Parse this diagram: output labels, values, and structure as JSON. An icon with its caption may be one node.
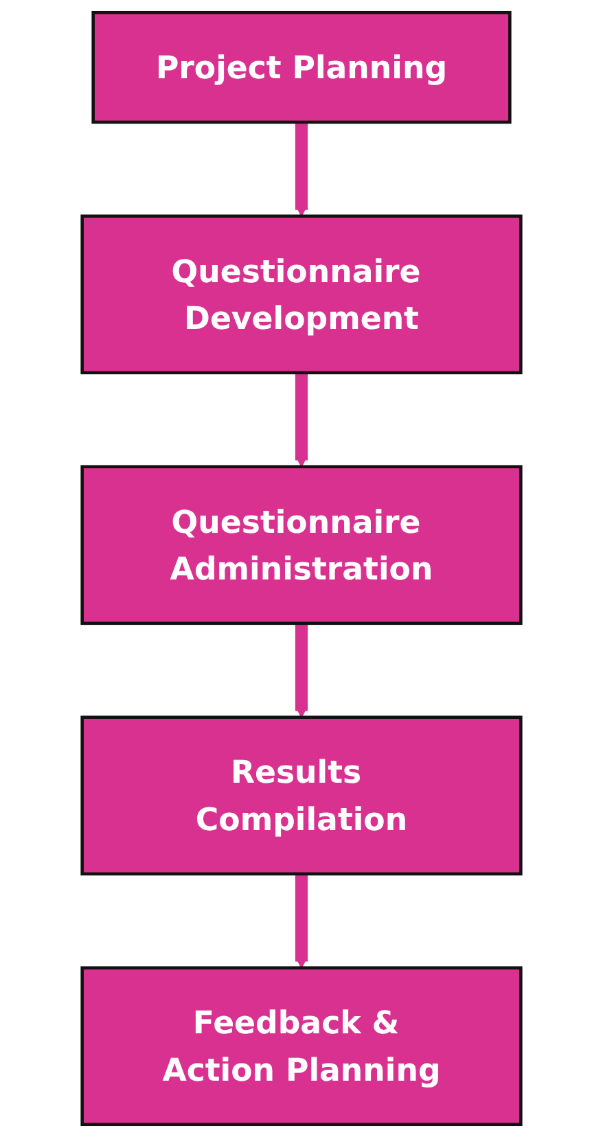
{
  "diagram": {
    "nodes": [
      {
        "text": [
          "Project Planning"
        ]
      },
      {
        "text": [
          "Questionnaire Development"
        ]
      },
      {
        "text": [
          "Questionnaire Administration"
        ]
      },
      {
        "text": [
          "Results Compilation"
        ]
      },
      {
        "text": [
          "Feedback & Action Planning"
        ]
      }
    ],
    "edges": [
      {
        "from": 0,
        "to": 1,
        "arrow": "to"
      },
      {
        "from": 1,
        "to": 2,
        "arrow": "to"
      },
      {
        "from": 2,
        "to": 3,
        "arrow": "to"
      },
      {
        "from": 3,
        "to": 4,
        "arrow": "to"
      }
    ]
  }
}
